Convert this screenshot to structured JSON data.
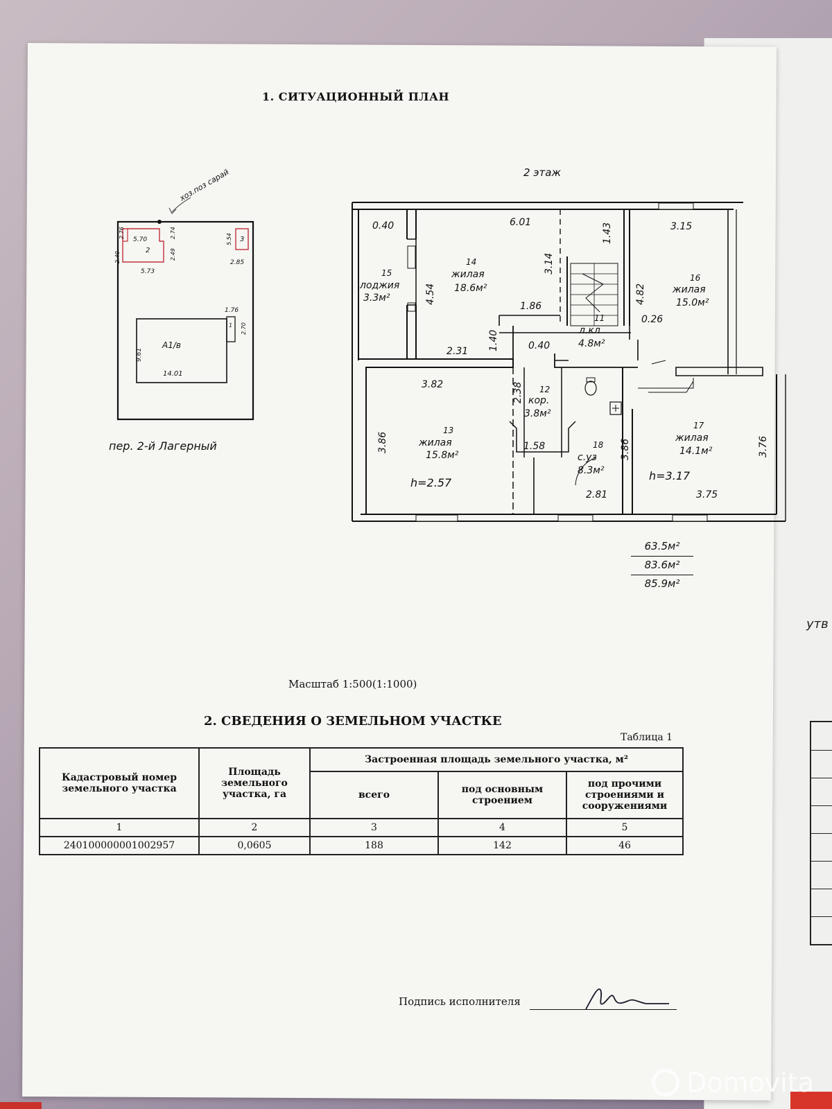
{
  "section1": {
    "title": "1. СИТУАЦИОННЫЙ ПЛАН"
  },
  "floor_label": "2 этаж",
  "site": {
    "handwritten_note": "хоз.поз сарай",
    "building_label": "А1/в",
    "street": "пер. 2-й Лагерный",
    "dims": {
      "b2_top": "5.70",
      "b2_bottom": "5.73",
      "b2_left": "2.40",
      "b2_right": "2.49",
      "b2_tl": "2.76",
      "b2_tr": "2.74",
      "b2_num": "2",
      "b3_left": "5.54",
      "b3_bottom": "2.85",
      "b3_num": "3",
      "main_left": "9.61",
      "main_bottom": "14.01",
      "porch_top": "1.76",
      "porch_right": "2.70",
      "porch_num": "1"
    }
  },
  "rooms": [
    {
      "num": "15",
      "name": "лоджия",
      "area": "3.3м²"
    },
    {
      "num": "14",
      "name": "жилая",
      "area": "18.6м²"
    },
    {
      "num": "16",
      "name": "жилая",
      "area": "15.0м²"
    },
    {
      "num": "11",
      "name": "л.кл",
      "area": "4.8м²"
    },
    {
      "num": "12",
      "name": "кор.",
      "area": "3.8м²"
    },
    {
      "num": "13",
      "name": "жилая",
      "area": "15.8м²"
    },
    {
      "num": "18",
      "name": "с.уз",
      "area": "8.3м²"
    },
    {
      "num": "17",
      "name": "жилая",
      "area": "14.1м²"
    }
  ],
  "plan_dims": {
    "d040a": "0.40",
    "d601": "6.01",
    "d143": "1.43",
    "d315": "3.15",
    "d454": "4.54",
    "d314": "3.14",
    "d482": "4.82",
    "d186": "1.86",
    "d026": "0.26",
    "d140": "1.40",
    "d231": "2.31",
    "d040b": "0.40",
    "d382": "3.82",
    "d238": "2.38",
    "d386a": "3.86",
    "d158": "1.58",
    "d386b": "3.86",
    "d376": "3.76",
    "d281": "2.81",
    "d375": "3.75",
    "h1": "h=2.57",
    "h2": "h=3.17"
  },
  "totals": [
    "63.5м²",
    "83.6м²",
    "85.9м²"
  ],
  "scale": "Масштаб  1:500(1:1000)",
  "section2": {
    "title": "2. СВЕДЕНИЯ О ЗЕМЕЛЬНОМ УЧАСТКЕ",
    "table_note": "Таблица 1"
  },
  "table": {
    "h_cadastral": "Кадастровый номер земельного участка",
    "h_area": "Площадь земельного участка, га",
    "h_built": "Застроенная площадь земельного участка, м²",
    "h_total": "всего",
    "h_main": "под основным строением",
    "h_other": "под прочими строениями и сооружениями",
    "nums": [
      "1",
      "2",
      "3",
      "4",
      "5"
    ],
    "row": [
      "240100000001002957",
      "0,0605",
      "188",
      "142",
      "46"
    ]
  },
  "signature_label": "Подпись исполнителя",
  "right_page_text": "утв",
  "watermark": "Domovita",
  "colors": {
    "paper": "#f6f6f3",
    "ink": "#111111",
    "red_ink": "#c0303a"
  }
}
